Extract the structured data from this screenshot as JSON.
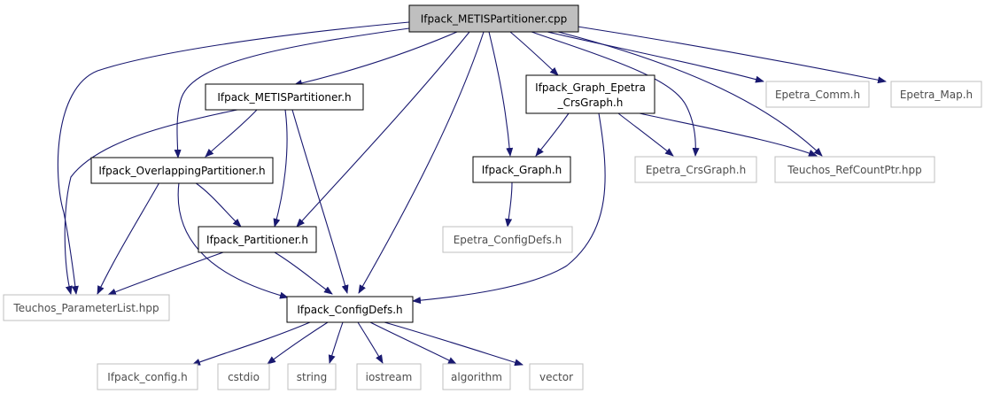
{
  "diagram": {
    "nodes": {
      "root": "Ifpack_METISPartitioner.cpp",
      "metis_h": "Ifpack_METISPartitioner.h",
      "graph_epetra_l1": "Ifpack_Graph_Epetra",
      "graph_epetra_l2": "_CrsGraph.h",
      "epetra_comm": "Epetra_Comm.h",
      "epetra_map": "Epetra_Map.h",
      "overlapping": "Ifpack_OverlappingPartitioner.h",
      "graph_h": "Ifpack_Graph.h",
      "epetra_crsgraph": "Epetra_CrsGraph.h",
      "refcountptr": "Teuchos_RefCountPtr.hpp",
      "partitioner": "Ifpack_Partitioner.h",
      "epetra_configdefs": "Epetra_ConfigDefs.h",
      "paramlist": "Teuchos_ParameterList.hpp",
      "configdefs": "Ifpack_ConfigDefs.h",
      "ifpack_config": "Ifpack_config.h",
      "cstdio": "cstdio",
      "string": "string",
      "iostream": "iostream",
      "algorithm": "algorithm",
      "vector": "vector"
    },
    "edges": [
      [
        "root",
        "metis_h"
      ],
      [
        "root",
        "graph_epetra"
      ],
      [
        "root",
        "epetra_comm"
      ],
      [
        "root",
        "epetra_map"
      ],
      [
        "root",
        "overlapping"
      ],
      [
        "root",
        "paramlist"
      ],
      [
        "root",
        "partitioner"
      ],
      [
        "root",
        "configdefs"
      ],
      [
        "root",
        "graph_h"
      ],
      [
        "root",
        "epetra_crsgraph"
      ],
      [
        "root",
        "refcountptr"
      ],
      [
        "metis_h",
        "overlapping"
      ],
      [
        "metis_h",
        "partitioner"
      ],
      [
        "metis_h",
        "configdefs"
      ],
      [
        "metis_h",
        "paramlist"
      ],
      [
        "graph_epetra",
        "graph_h"
      ],
      [
        "graph_epetra",
        "epetra_crsgraph"
      ],
      [
        "graph_epetra",
        "refcountptr"
      ],
      [
        "graph_epetra",
        "configdefs"
      ],
      [
        "overlapping",
        "partitioner"
      ],
      [
        "overlapping",
        "paramlist"
      ],
      [
        "overlapping",
        "configdefs"
      ],
      [
        "graph_h",
        "epetra_configdefs"
      ],
      [
        "partitioner",
        "paramlist"
      ],
      [
        "partitioner",
        "configdefs"
      ],
      [
        "configdefs",
        "ifpack_config"
      ],
      [
        "configdefs",
        "cstdio"
      ],
      [
        "configdefs",
        "string"
      ],
      [
        "configdefs",
        "iostream"
      ],
      [
        "configdefs",
        "algorithm"
      ],
      [
        "configdefs",
        "vector"
      ]
    ]
  }
}
